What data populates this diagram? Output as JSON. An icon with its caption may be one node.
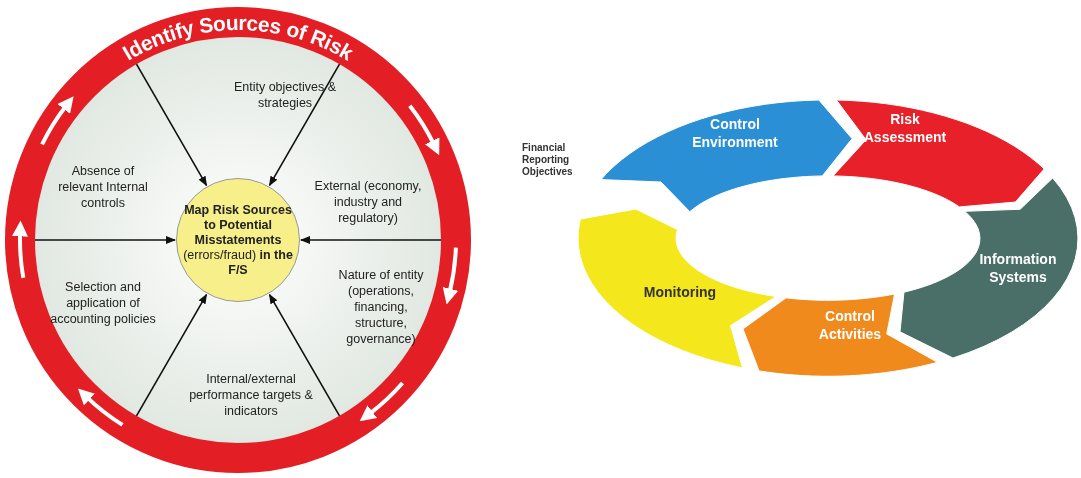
{
  "diagram": {
    "nodes": [
      {
        "text": [
          "Identify Sources of Risk"
        ]
      },
      {
        "text": [
          "**Map Risk Sources to Potential Misstatements** (errors/fraud) **in the F/S**"
        ],
        "in": 0
      },
      {
        "text": [
          "Control Environment"
        ]
      },
      {
        "text": [
          "Risk Assessment"
        ]
      },
      {
        "text": [
          "Information Systems"
        ]
      },
      {
        "text": [
          "Control Activities"
        ]
      },
      {
        "text": [
          "Monitoring"
        ]
      }
    ],
    "edges": [
      {
        "from": 0,
        "to": 1,
        "arrow": "to"
      },
      {
        "from": 0,
        "to": 1,
        "arrow": "to"
      },
      {
        "from": 0,
        "to": 1,
        "arrow": "to"
      },
      {
        "from": 0,
        "to": 1,
        "arrow": "to"
      },
      {
        "from": 0,
        "to": 1,
        "arrow": "to"
      },
      {
        "from": 0,
        "to": 1,
        "arrow": "to"
      }
    ],
    "labels": [
      "Entity objectives & strategies",
      "Absence of relevant Internal controls",
      "External (economy, industry and regulatory)",
      "Selection and application of accounting policies",
      "Nature of entity (operations, financing, structure, governance)",
      "Internal/external performance targets & indicators",
      "Financial Reporting Objectives"
    ]
  }
}
